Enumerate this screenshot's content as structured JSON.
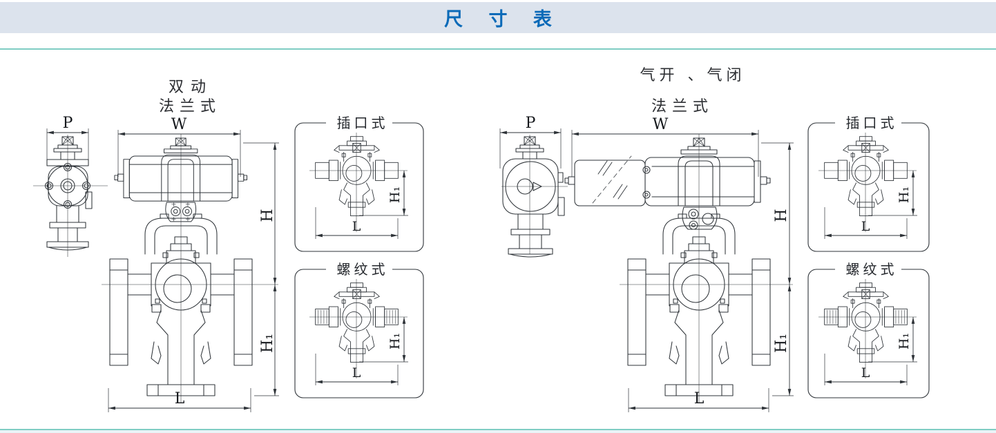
{
  "page": {
    "title": "尺 寸 表"
  },
  "left": {
    "caption1": "双动",
    "caption2": "法兰式",
    "p": "P",
    "w": "W",
    "h": "H",
    "h1": "H₁",
    "l": "L",
    "socket_title": "插口式",
    "socket_h1": "H₁",
    "socket_l": "L",
    "thread_title": "螺纹式",
    "thread_h1": "H₁",
    "thread_l": "L"
  },
  "right": {
    "caption1": "气开 、气闭",
    "caption2": "法兰式",
    "p": "P",
    "w": "W",
    "h": "H",
    "h1": "H₁",
    "l": "L",
    "socket_title": "插口式",
    "socket_h1": "H₁",
    "socket_l": "L",
    "thread_title": "螺纹式",
    "thread_h1": "H₁",
    "thread_l": "L"
  },
  "colors": {
    "accent_blue": "#0a6ab8",
    "band_bg": "#dce3ed",
    "rule_teal": "#7fcdc3",
    "drawing_line": "#2e3338"
  }
}
